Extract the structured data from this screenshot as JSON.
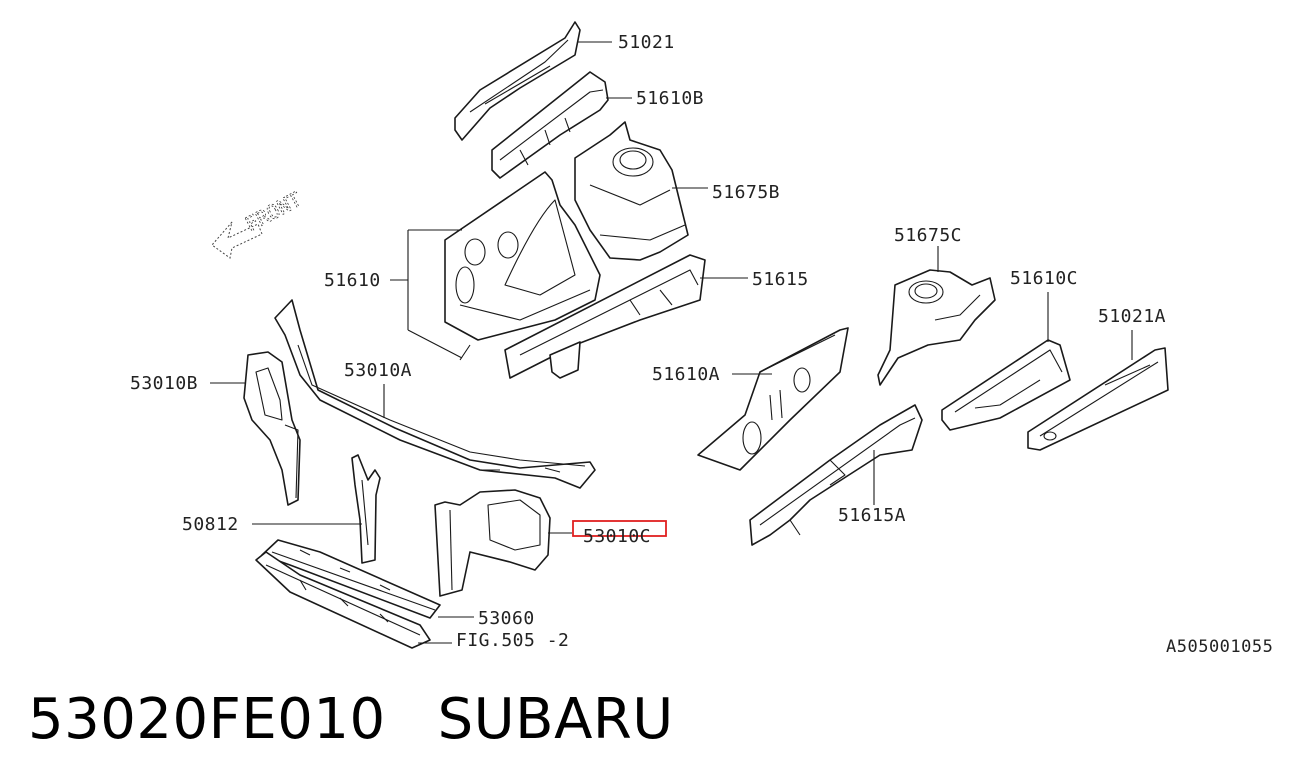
{
  "callouts": {
    "p51021": "51021",
    "p51610B": "51610B",
    "p51675B": "51675B",
    "p51610": "51610",
    "p51615": "51615",
    "p53010B": "53010B",
    "p53010A": "53010A",
    "p50812": "50812",
    "p53010C": "53010C",
    "p53060": "53060",
    "fig": "FIG.505 -2",
    "p51675C": "51675C",
    "p51610C": "51610C",
    "p51021A": "51021A",
    "p51610A": "51610A",
    "p51615A": "51615A"
  },
  "front_label": "FRONT",
  "diagram_code": "A505001055",
  "highlight_color": "#e02020",
  "footer": {
    "part_number": "53020FE010",
    "brand": "SUBARU"
  }
}
